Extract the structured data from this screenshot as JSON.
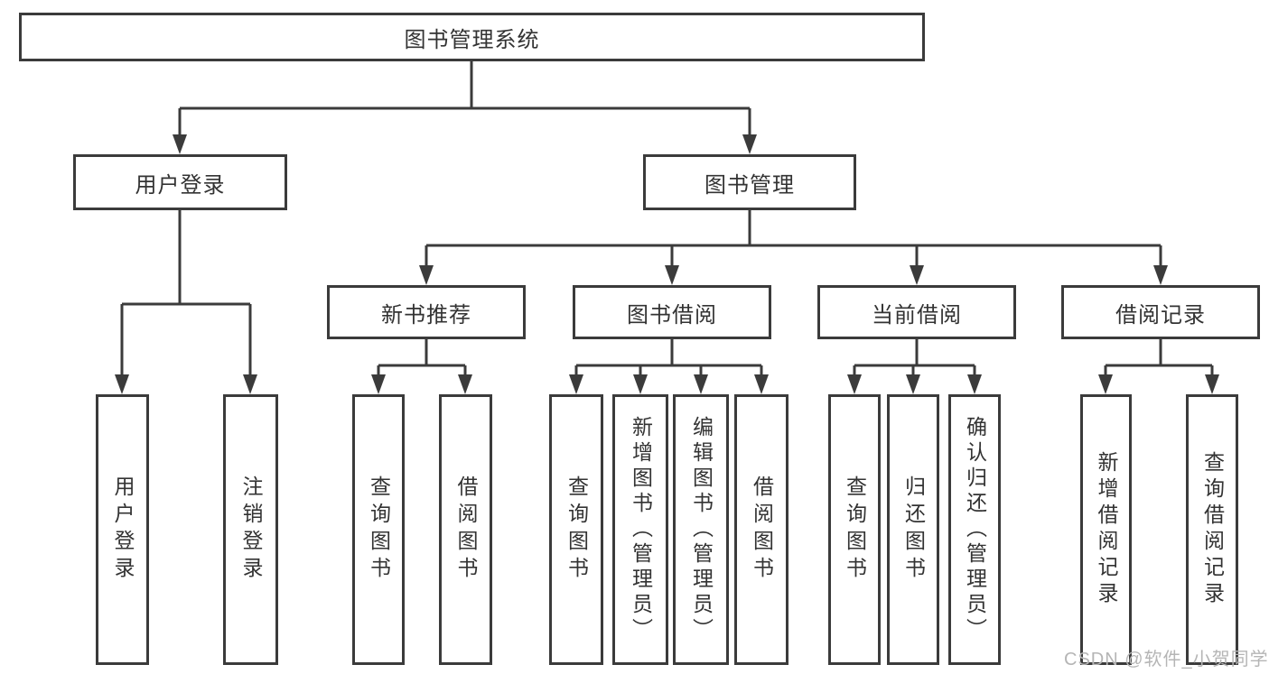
{
  "diagram": {
    "type": "hierarchy-tree",
    "colors": {
      "line": "#3b3b3b",
      "box_border": "#3b3b3b",
      "box_background": "#ffffff",
      "text": "#333333",
      "watermark": "#b5b5b5",
      "background": "#ffffff"
    }
  },
  "tree": {
    "label": "图书管理系统",
    "children": [
      {
        "label": "用户登录",
        "children": [
          {
            "label": "用户登录"
          },
          {
            "label": "注销登录"
          }
        ]
      },
      {
        "label": "图书管理",
        "children": [
          {
            "label": "新书推荐",
            "children": [
              {
                "label": "查询图书"
              },
              {
                "label": "借阅图书"
              }
            ]
          },
          {
            "label": "图书借阅",
            "children": [
              {
                "label": "查询图书"
              },
              {
                "label": "新增图书（管理员）"
              },
              {
                "label": "编辑图书（管理员）"
              },
              {
                "label": "借阅图书"
              }
            ]
          },
          {
            "label": "当前借阅",
            "children": [
              {
                "label": "查询图书"
              },
              {
                "label": "归还图书"
              },
              {
                "label": "确认归还（管理员）"
              }
            ]
          },
          {
            "label": "借阅记录",
            "children": [
              {
                "label": "新增借阅记录"
              },
              {
                "label": "查询借阅记录"
              }
            ]
          }
        ]
      }
    ]
  },
  "watermark": {
    "text": "CSDN @软件_小贺同学"
  }
}
